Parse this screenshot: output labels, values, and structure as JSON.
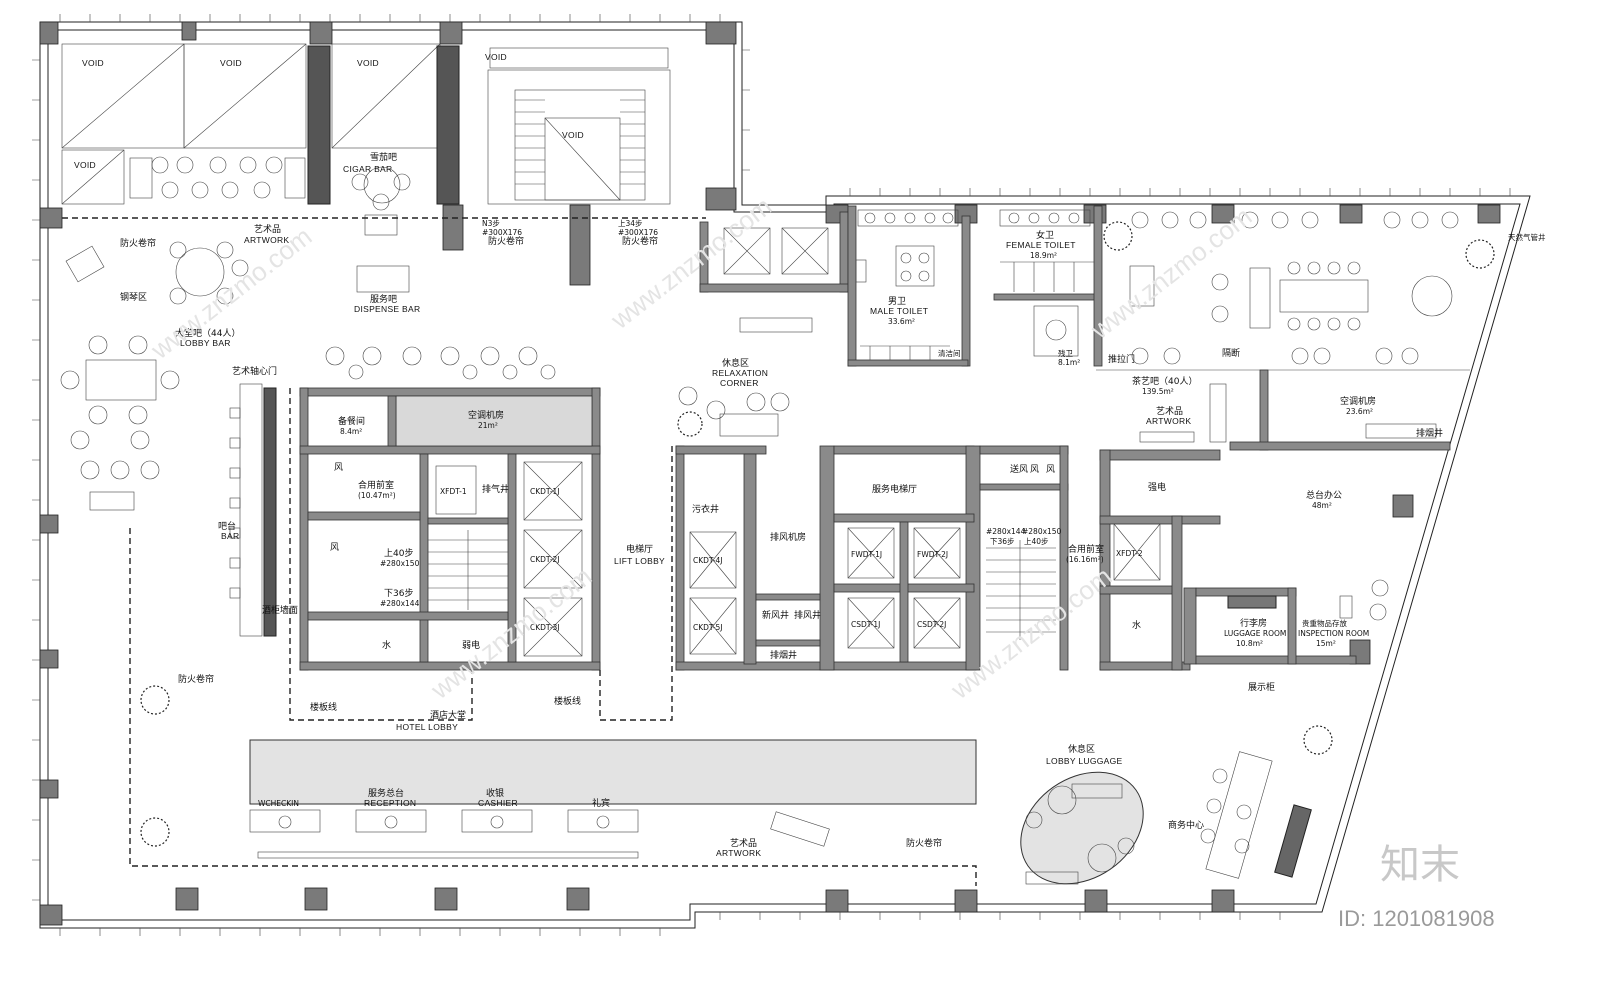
{
  "rooms": {
    "void": "VOID",
    "cigar_bar_cn": "雪茄吧",
    "cigar_bar_en": "CIGAR BAR",
    "artwork_cn": "艺术品",
    "artwork_en": "ARTWORK",
    "fire_shutter": "防火卷帘",
    "piano_area": "钢琴区",
    "lobby_bar_cn": "大堂吧（44人）",
    "lobby_bar_en": "LOBBY BAR",
    "dispense_bar_cn": "服务吧",
    "dispense_bar_en": "DISPENSE BAR",
    "art_core_door": "艺术轴心门",
    "stair_n": "N3步",
    "stair_n_dim": "#300X176",
    "stair_up": "上34步",
    "stair_up_dim": "#300X176",
    "pantry": "备餐间",
    "pantry_area": "8.4m²",
    "ahu_room": "空调机房",
    "ahu_area": "21m²",
    "vestibule": "合用前室",
    "vestibule_area": "(10.47m²)",
    "fan": "风",
    "exhaust_shaft": "排气井",
    "up40": "上40步",
    "up40_dim": "#280x150",
    "down36": "下36步",
    "down36_dim": "#280x144",
    "water": "水",
    "weak_elec": "弱电",
    "bar_cn": "吧台",
    "bar_en": "BAR",
    "wine_wall": "酒柜墙面",
    "relax_cn": "休息区",
    "relax_en1": "RELAXATION",
    "relax_en2": "CORNER",
    "lift_lobby_cn": "电梯厅",
    "lift_lobby_en": "LIFT LOBBY",
    "laundry": "污衣井",
    "exhaust_room": "排风机房",
    "fresh_air": "新风井",
    "exhaust_air": "排风井",
    "smoke_shaft": "排烟井",
    "service_lift": "服务电梯厅",
    "supply_air": "送风",
    "vestibule2_area": "(16.16m²)",
    "up40b": "上40步",
    "down36b": "下36步",
    "dim_a": "#280x144",
    "dim_b": "#280x150",
    "male_cn": "男卫",
    "male_en": "MALE TOILET",
    "male_area": "33.6m²",
    "female_cn": "女卫",
    "female_en": "FEMALE TOILET",
    "female_area": "18.9m²",
    "janitor": "清洁间",
    "accessible": "残卫",
    "accessible_area": "8.1m²",
    "sliding_door": "推拉门",
    "partition": "隔断",
    "tea_bar_cn": "茶艺吧（40人）",
    "tea_bar_area": "139.5m²",
    "ahu2": "空调机房",
    "ahu2_area": "23.6m²",
    "smoke_shaft2": "排烟井",
    "gas_shaft": "天然气管井",
    "power": "强电",
    "front_office": "总台办公",
    "front_office_area": "48m²",
    "luggage_cn": "行李房",
    "luggage_en": "LUGGAGE ROOM",
    "luggage_area": "10.8m²",
    "inspection_cn": "贵重物品存放",
    "inspection_en": "INSPECTION ROOM",
    "inspection_area": "15m²",
    "display": "展示柜",
    "floor_line": "楼板线",
    "hotel_lobby_cn": "酒店大堂",
    "hotel_lobby_en": "HOTEL LOBBY",
    "reception_cn": "服务总台",
    "reception_en": "RECEPTION",
    "checkin": "WCHECKIN",
    "cashier_cn": "收银",
    "cashier_en": "CASHIER",
    "concierge": "礼宾",
    "lobby_luggage_cn": "休息区",
    "lobby_luggage_en": "LOBBY LUGGAGE",
    "business_center": "商务中心"
  },
  "lifts": {
    "xfdt1": "XFDT-1",
    "ckdt1": "CKDT-1J",
    "ckdt2": "CKDT-2J",
    "ckdt3": "CKDT-3J",
    "ckdt4": "CKDT-4J",
    "ckdt5": "CKDT-5J",
    "fwdt1": "FWDT-1J",
    "fwdt2": "FWDT-2J",
    "csdt1": "CSDT-1J",
    "csdt2": "CSDT-2J",
    "xfdt2": "XFDT-2"
  },
  "watermark": {
    "site": "www.znzmo.com",
    "brand": "知末",
    "id": "ID: 1201081908"
  }
}
